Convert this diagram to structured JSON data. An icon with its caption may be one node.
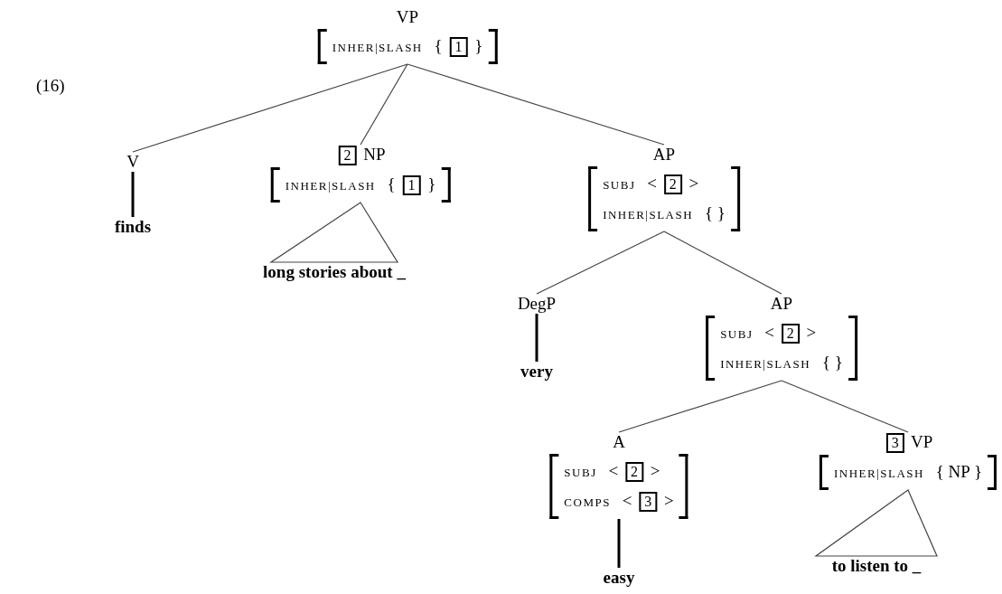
{
  "diagram": {
    "nodes": [
      {
        "text": [
          "VP",
          "INHER|SLASH { 1 }"
        ]
      },
      {
        "text": [
          "V"
        ]
      },
      {
        "text": [
          "finds"
        ]
      },
      {
        "text": [
          "2 NP",
          "INHER|SLASH { 1 }"
        ]
      },
      {
        "text": [
          "long stories about _"
        ]
      },
      {
        "text": [
          "AP",
          "SUBJ < 2 >",
          "INHER|SLASH { }"
        ]
      },
      {
        "text": [
          "DegP"
        ]
      },
      {
        "text": [
          "very"
        ]
      },
      {
        "text": [
          "AP",
          "SUBJ < 2 >",
          "INHER|SLASH { }"
        ]
      },
      {
        "text": [
          "A",
          "SUBJ < 2 >",
          "COMPS < 3 >"
        ]
      },
      {
        "text": [
          "easy"
        ]
      },
      {
        "text": [
          "3 VP",
          "INHER|SLASH { NP }"
        ]
      },
      {
        "text": [
          "to listen to _"
        ]
      }
    ],
    "edges": [
      {
        "from": 0,
        "to": 1,
        "arrow": "none"
      },
      {
        "from": 0,
        "to": 3,
        "arrow": "none"
      },
      {
        "from": 0,
        "to": 5,
        "arrow": "none"
      },
      {
        "from": 1,
        "to": 2,
        "arrow": "none",
        "style": "thick"
      },
      {
        "from": 3,
        "to": 4,
        "arrow": "none"
      },
      {
        "from": 5,
        "to": 6,
        "arrow": "none"
      },
      {
        "from": 5,
        "to": 8,
        "arrow": "none"
      },
      {
        "from": 6,
        "to": 7,
        "arrow": "none",
        "style": "thick"
      },
      {
        "from": 8,
        "to": 9,
        "arrow": "none"
      },
      {
        "from": 8,
        "to": 11,
        "arrow": "none"
      },
      {
        "from": 9,
        "to": 10,
        "arrow": "none",
        "style": "thick"
      },
      {
        "from": 11,
        "to": 12,
        "arrow": "none"
      }
    ],
    "labels": [
      "(16)"
    ]
  }
}
